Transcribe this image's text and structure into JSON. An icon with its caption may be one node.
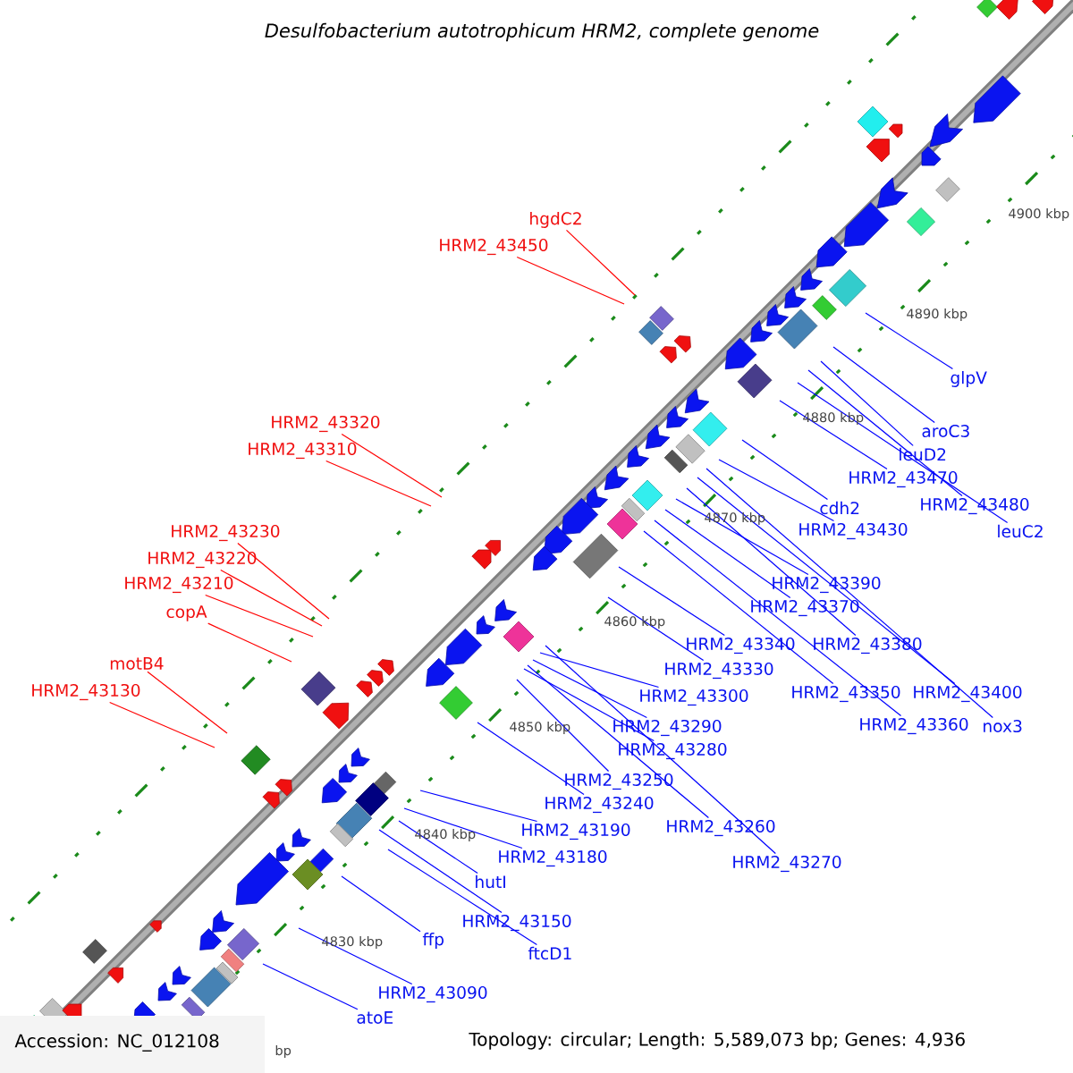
{
  "diagram": {
    "title": "Desulfobacterium autotrophicum HRM2, complete genome",
    "nodes": [
      {
        "text": [
          "hgdC2"
        ]
      },
      {
        "text": [
          "HRM2_43450"
        ]
      },
      {
        "text": [
          "glpV"
        ]
      },
      {
        "text": [
          "HRM2_43320"
        ]
      },
      {
        "text": [
          "aroC3"
        ]
      },
      {
        "text": [
          "HRM2_43310"
        ]
      },
      {
        "text": [
          "leuD2"
        ]
      },
      {
        "text": [
          "HRM2_43470"
        ]
      },
      {
        "text": [
          "HRM2_43480"
        ]
      },
      {
        "text": [
          "cdh2"
        ]
      },
      {
        "text": [
          "leuC2"
        ]
      },
      {
        "text": [
          "HRM2_43430"
        ]
      },
      {
        "text": [
          "HRM2_43230"
        ]
      },
      {
        "text": [
          "HRM2_43220"
        ]
      },
      {
        "text": [
          "HRM2_43390"
        ]
      },
      {
        "text": [
          "HRM2_43210"
        ]
      },
      {
        "text": [
          "HRM2_43370"
        ]
      },
      {
        "text": [
          "copA"
        ]
      },
      {
        "text": [
          "HRM2_43340"
        ]
      },
      {
        "text": [
          "HRM2_43380"
        ]
      },
      {
        "text": [
          "motB4"
        ]
      },
      {
        "text": [
          "HRM2_43330"
        ]
      },
      {
        "text": [
          "HRM2_43130"
        ]
      },
      {
        "text": [
          "HRM2_43300"
        ]
      },
      {
        "text": [
          "HRM2_43350"
        ]
      },
      {
        "text": [
          "HRM2_43400"
        ]
      },
      {
        "text": [
          "HRM2_43290"
        ]
      },
      {
        "text": [
          "HRM2_43360"
        ]
      },
      {
        "text": [
          "nox3"
        ]
      },
      {
        "text": [
          "HRM2_43280"
        ]
      },
      {
        "text": [
          "HRM2_43250"
        ]
      },
      {
        "text": [
          "HRM2_43240"
        ]
      },
      {
        "text": [
          "HRM2_43260"
        ]
      },
      {
        "text": [
          "HRM2_43190"
        ]
      },
      {
        "text": [
          "HRM2_43180"
        ]
      },
      {
        "text": [
          "HRM2_43270"
        ]
      },
      {
        "text": [
          "hutI"
        ]
      },
      {
        "text": [
          "HRM2_43150"
        ]
      },
      {
        "text": [
          "ffp"
        ]
      },
      {
        "text": [
          "ftcD1"
        ]
      },
      {
        "text": [
          "HRM2_43090"
        ]
      },
      {
        "text": [
          "atoE"
        ]
      }
    ],
    "edges": [
      {
        "from": 0,
        "to": null,
        "arrow": "none",
        "color": "#ff0000"
      },
      {
        "from": 1,
        "to": null,
        "arrow": "none",
        "color": "#ff0000"
      },
      {
        "from": 2,
        "to": null,
        "arrow": "none"
      },
      {
        "from": 3,
        "to": null,
        "arrow": "none",
        "color": "#ff0000"
      },
      {
        "from": 4,
        "to": null,
        "arrow": "none"
      },
      {
        "from": 5,
        "to": null,
        "arrow": "none",
        "color": "#ff0000"
      },
      {
        "from": 6,
        "to": null,
        "arrow": "none"
      },
      {
        "from": 7,
        "to": null,
        "arrow": "none"
      },
      {
        "from": 8,
        "to": null,
        "arrow": "none"
      },
      {
        "from": 9,
        "to": null,
        "arrow": "none"
      },
      {
        "from": 10,
        "to": null,
        "arrow": "none"
      },
      {
        "from": 11,
        "to": null,
        "arrow": "none"
      },
      {
        "from": 12,
        "to": null,
        "arrow": "none",
        "color": "#ff0000"
      },
      {
        "from": 13,
        "to": null,
        "arrow": "none",
        "color": "#ff0000"
      },
      {
        "from": 14,
        "to": null,
        "arrow": "none"
      },
      {
        "from": 15,
        "to": null,
        "arrow": "none",
        "color": "#ff0000"
      },
      {
        "from": 16,
        "to": null,
        "arrow": "none"
      },
      {
        "from": 17,
        "to": null,
        "arrow": "none",
        "color": "#ff0000"
      },
      {
        "from": 18,
        "to": null,
        "arrow": "none"
      },
      {
        "from": 19,
        "to": null,
        "arrow": "none"
      },
      {
        "from": 20,
        "to": null,
        "arrow": "none",
        "color": "#ff0000"
      },
      {
        "from": 21,
        "to": null,
        "arrow": "none"
      },
      {
        "from": 22,
        "to": null,
        "arrow": "none",
        "color": "#ff0000"
      },
      {
        "from": 23,
        "to": null,
        "arrow": "none"
      },
      {
        "from": 24,
        "to": null,
        "arrow": "none"
      },
      {
        "from": 25,
        "to": null,
        "arrow": "none"
      },
      {
        "from": 26,
        "to": null,
        "arrow": "none"
      },
      {
        "from": 27,
        "to": null,
        "arrow": "none"
      },
      {
        "from": 28,
        "to": null,
        "arrow": "none"
      },
      {
        "from": 29,
        "to": null,
        "arrow": "none"
      },
      {
        "from": 30,
        "to": null,
        "arrow": "none"
      },
      {
        "from": 31,
        "to": null,
        "arrow": "none"
      },
      {
        "from": 32,
        "to": null,
        "arrow": "none"
      },
      {
        "from": 33,
        "to": null,
        "arrow": "none"
      },
      {
        "from": 34,
        "to": null,
        "arrow": "none"
      },
      {
        "from": 35,
        "to": null,
        "arrow": "none"
      },
      {
        "from": 36,
        "to": null,
        "arrow": "none"
      },
      {
        "from": 37,
        "to": null,
        "arrow": "none"
      },
      {
        "from": 38,
        "to": null,
        "arrow": "none"
      },
      {
        "from": 39,
        "to": null,
        "arrow": "none"
      },
      {
        "from": 40,
        "to": null,
        "arrow": "none"
      },
      {
        "from": 41,
        "to": null,
        "arrow": "none"
      }
    ],
    "labels": [
      "4900 kbp",
      "4890 kbp",
      "4880 kbp",
      "4870 kbp",
      "4860 kbp",
      "4850 kbp",
      "4840 kbp",
      "4830 kbp",
      "Accession: NC_012108",
      "bp",
      "Topology: circular; Length: 5,589,073 bp; Genes: 4,936"
    ]
  }
}
